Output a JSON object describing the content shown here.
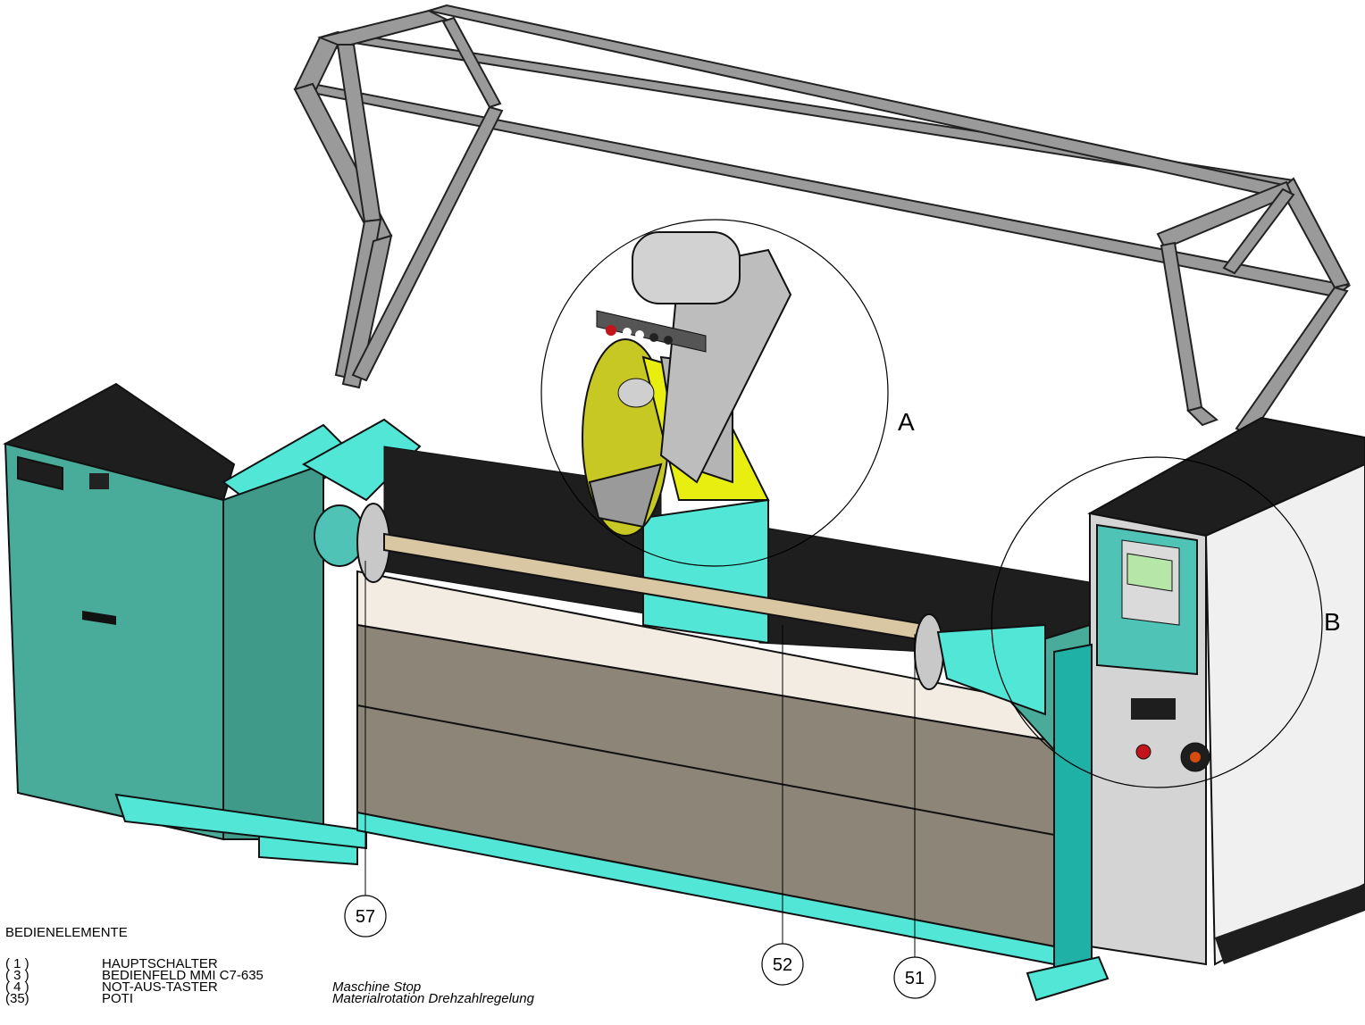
{
  "detail_labels": {
    "a": "A",
    "b": "B"
  },
  "callouts": [
    "57",
    "52",
    "51"
  ],
  "legend": {
    "title": "BEDIENELEMENTE",
    "items": [
      {
        "num": "( 1 )",
        "text": "HAUPTSCHALTER",
        "note": ""
      },
      {
        "num": "( 3 )",
        "text": "BEDIENFELD MMI C7-635",
        "note": ""
      },
      {
        "num": "( 4 )",
        "text": "NOT-AUS-TASTER",
        "note": "Maschine Stop"
      },
      {
        "num": "(35)",
        "text": "POTI",
        "note": "Materialrotation Drehzahlregelung"
      }
    ]
  },
  "colors": {
    "machine_body": "#49ab9a",
    "accent_cyan": "#52e6d6",
    "cutter_yellow": "#e8ee10",
    "frame_gray": "#9a9a9a",
    "bellows_black": "#1e1e1e",
    "shaft": "#d9c6a2",
    "cover": "#8c8578"
  }
}
